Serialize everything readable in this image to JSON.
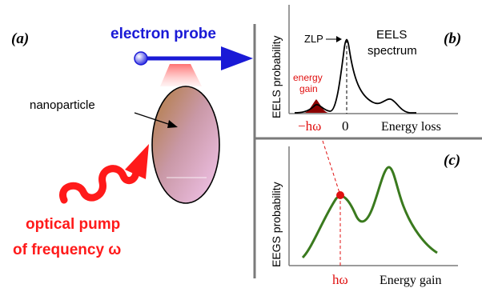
{
  "panels": {
    "a": "(a)",
    "b": "(b)",
    "c": "(c)"
  },
  "labels": {
    "electron_probe": "electron probe",
    "nanoparticle": "nanoparticle",
    "optical_pump_line1": "optical pump",
    "optical_pump_line2": "of frequency ω"
  },
  "eels": {
    "ylabel": "EELS probability",
    "xlabel": "Energy loss",
    "zlp": "ZLP",
    "spectrum_line1": "EELS",
    "spectrum_line2": "spectrum",
    "energy_gain_line1": "energy",
    "energy_gain_line2": "gain",
    "tick_minus_hw": "−hω",
    "tick_zero": "0"
  },
  "eegs": {
    "ylabel": "EEGS probability",
    "xlabel": "Energy gain",
    "tick_hw": "hω"
  },
  "colors": {
    "probe_blue": "#1a1ad6",
    "pump_red": "#ff1a1a",
    "curve_green": "#3a7a1e",
    "gain_darkred": "#8b0000",
    "axis_gray": "#7a7a7a"
  }
}
